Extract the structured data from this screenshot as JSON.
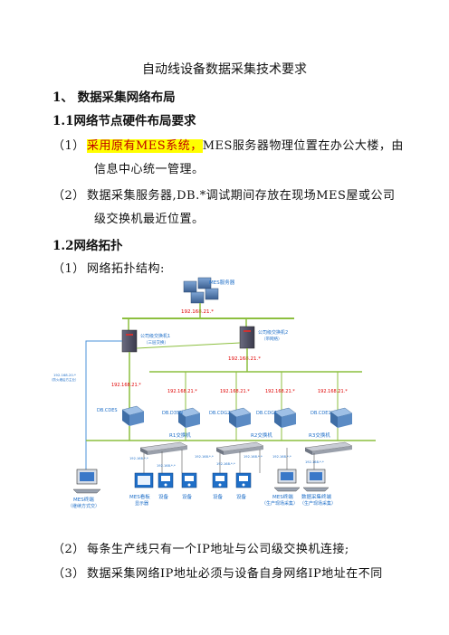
{
  "doc": {
    "title": "自动线设备数据采集技术要求",
    "section1": "1、 数据采集网络布局",
    "section1_1": "1.1网络节点硬件布局要求",
    "item1_num": "（1）",
    "item1_highlight": "采用原有MES系统，",
    "item1_rest": "MES服务器物理位置在办公大楼，由",
    "item1_cont": "信息中心统一管理。",
    "item2_num": "（2）",
    "item2_text": "数据采集服务器,DB.*调试期间存放在现场MES屋或公司",
    "item2_cont": "级交换机最近位置。",
    "section1_2": "1.2网络拓扑",
    "topo_num": "（1）",
    "topo_text": "网络拓扑结构:",
    "after1_num": "（2）",
    "after1_text": "每条生产线只有一个IP地址与公司级交换机连接;",
    "after2_num": "（3）",
    "after2_text": "数据采集网络IP地址必须与设备自身网络IP地址在不同"
  },
  "diagram": {
    "server_label": "MES服务器",
    "ip_server": "192.168.21.*",
    "switch1_label": "公司级交换机1",
    "switch1_sub": "（三层交换）",
    "switch2_label": "公司级交换机2",
    "switch2_sub": "（带网络）",
    "ip_switch2": "192.168.21.*",
    "left_ip": "192.168.20.*",
    "left_ip_sub": "（防火墙后方主业）",
    "ip_left_db": "192.168.21.*",
    "db_main": "DB.CDES",
    "ip_db1": "192.168.21.*",
    "ip_db2": "192.168.21.*",
    "ip_db3": "192.168.21.*",
    "ip_db4": "192.168.21.*",
    "db1": "DB.D3SN",
    "db2": "DB.CDG2",
    "db3": "DB.CDG1",
    "db4": "DB.CDE1",
    "line_sw1": "R1交换机",
    "line_sw2": "R2交换机",
    "line_sw3": "R3交换机",
    "sub_ip": "192.168.*.*",
    "term_left": "MES终端",
    "term_left_sub": "（继续方式交）",
    "term_kanban": "MES看板",
    "term_kanban_sub": "显示器",
    "dev1": "设备",
    "dev2": "设备",
    "dev3": "设备",
    "dev4": "设备",
    "term_mes2": "MES终端",
    "term_mes2_sub": "（生产现场采集）",
    "term_collect": "数据采集终端",
    "term_collect_sub": "（生产现场采集）"
  },
  "colors": {
    "highlight_bg": "#ffff00",
    "highlight_text": "#c00000",
    "ip_red": "#e00000",
    "bus_green": "#8cbf3f",
    "device_blue": "#1f6fc8"
  }
}
